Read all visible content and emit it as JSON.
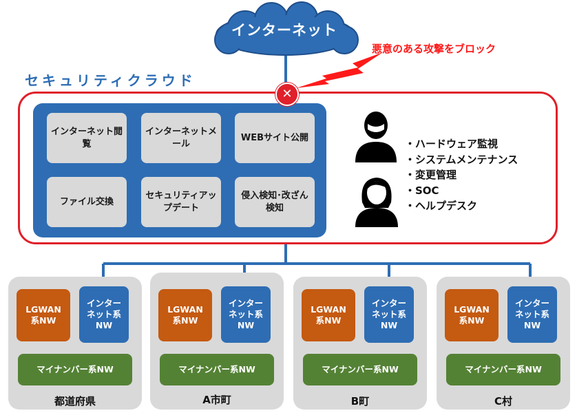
{
  "internet": {
    "label": "インターネット"
  },
  "attack": {
    "label": "悪意のある攻撃をブロック"
  },
  "cloud": {
    "title": "セキュリティクラウド"
  },
  "services": [
    {
      "label": "インターネット閲覧"
    },
    {
      "label": "インターネットメール"
    },
    {
      "label": "WEBサイト公開"
    },
    {
      "label": "ファイル交換"
    },
    {
      "label": "セキュリティアップデート"
    },
    {
      "label": "侵入検知･改ざん検知"
    }
  ],
  "tasks": [
    "・ハードウェア監視",
    "・システムメンテナンス",
    "・変更管理",
    "・SOC",
    "・ヘルプデスク"
  ],
  "orgs": [
    {
      "name": "都道府県",
      "lgwan": [
        "LGWAN",
        "系NW"
      ],
      "internet": [
        "インター",
        "ネット系",
        "NW"
      ],
      "mynumber": "マイナンバー系NW"
    },
    {
      "name": "A市町",
      "lgwan": [
        "LGWAN",
        "系NW"
      ],
      "internet": [
        "インター",
        "ネット系",
        "NW"
      ],
      "mynumber": "マイナンバー系NW"
    },
    {
      "name": "B町",
      "lgwan": [
        "LGWAN",
        "系NW"
      ],
      "internet": [
        "インター",
        "ネット系",
        "NW"
      ],
      "mynumber": "マイナンバー系NW"
    },
    {
      "name": "C村",
      "lgwan": [
        "LGWAN",
        "系NW"
      ],
      "internet": [
        "インター",
        "ネット系",
        "NW"
      ],
      "mynumber": "マイナンバー系NW"
    }
  ],
  "colors": {
    "accent_blue": "#2e6db4",
    "alert_red": "#e0202a",
    "lgwan_orange": "#c55a11",
    "mynumber_green": "#548235",
    "panel_gray": "#d9d9d9"
  }
}
